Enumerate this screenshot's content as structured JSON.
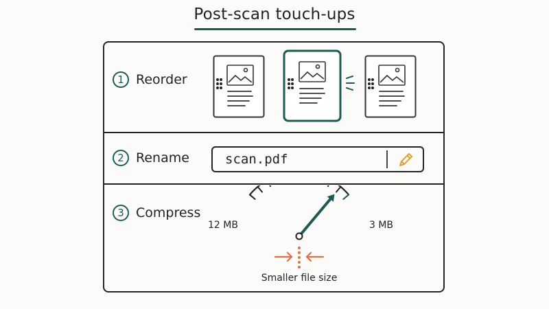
{
  "title": "Post-scan touch-ups",
  "colors": {
    "accent": "#1e5a52",
    "pencil": "#d9a33a",
    "arrows": "#e0704a",
    "ink": "#222222"
  },
  "steps": [
    {
      "number": "1",
      "label": "Reorder"
    },
    {
      "number": "2",
      "label": "Rename"
    },
    {
      "number": "3",
      "label": "Compress"
    }
  ],
  "reorder": {
    "pages": [
      {
        "icon": "document-page-icon",
        "selected": false
      },
      {
        "icon": "document-page-icon",
        "selected": true
      },
      {
        "icon": "document-page-icon",
        "selected": false
      }
    ],
    "drag_handle_icon": "drag-handle-icon"
  },
  "rename": {
    "filename": "scan.pdf",
    "edit_icon": "pencil-icon"
  },
  "compress": {
    "from_label": "12 MB",
    "to_label": "3 MB",
    "needle_level": 0.9,
    "caption": "Smaller file size"
  }
}
